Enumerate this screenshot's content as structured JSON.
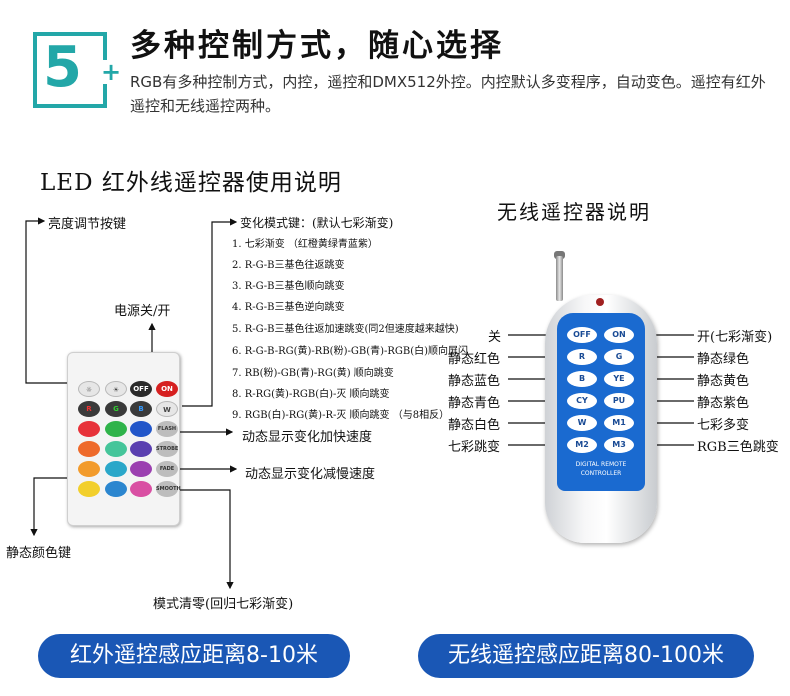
{
  "header": {
    "badge": "5",
    "badge_plus": "+",
    "title": "多种控制方式，随心选择",
    "desc": "RGB有多种控制方式，内控，遥控和DMX512外控。内控默认多变程序，自动变色。遥控有红外遥控和无线遥控两种。"
  },
  "ir": {
    "title": "LED 红外线遥控器使用说明",
    "brightness_label": "亮度调节按键",
    "power_label": "电源关/开",
    "mode_label": "变化模式键：(默认七彩渐变)",
    "modes": [
      "1. 七彩渐变 （红橙黄绿青蓝紫）",
      "2. R-G-B三基色往返跳变",
      "3. R-G-B三基色顺向跳变",
      "4. R-G-B三基色逆向跳变",
      "5. R-G-B三基色往返加速跳变(同2但速度越来越快)",
      "6. R-G-B-RG(黄)-RB(粉)-GB(青)-RGB(白)顺向屏闪",
      "7. RB(粉)-GB(青)-RG(黄) 顺向跳变",
      "8. R-RG(黄)-RGB(白)-灭 顺向跳变",
      "9. RGB(白)-RG(黄)-R-灭 顺向跳变 （与8相反）"
    ],
    "speed_up_label": "动态显示变化加快速度",
    "speed_down_label": "动态显示变化减慢速度",
    "static_color_label": "静态颜色键",
    "reset_label": "模式清零(回归七彩渐变)",
    "buttons": {
      "off": "OFF",
      "on": "ON",
      "r": "R",
      "g": "G",
      "b": "B",
      "w": "W",
      "flash": "FLASH",
      "strobe": "STROBE",
      "fade": "FADE",
      "smooth": "SMOOTH"
    }
  },
  "wireless": {
    "title": "无线遥控器说明",
    "panel_text_1": "DIGITAL REMOTE",
    "panel_text_2": "CONTROLLER",
    "buttons": [
      "OFF",
      "ON",
      "R",
      "G",
      "B",
      "YE",
      "CY",
      "PU",
      "W",
      "M1",
      "M2",
      "M3"
    ],
    "left_labels": [
      "关",
      "静态红色",
      "静态蓝色",
      "静态青色",
      "静态白色",
      "七彩跳变"
    ],
    "right_labels": [
      "开(七彩渐变)",
      "静态绿色",
      "静态黄色",
      "静态紫色",
      "七彩多变",
      "RGB三色跳变"
    ]
  },
  "footer": {
    "ir_range": "红外遥控感应距离8-10米",
    "wl_range": "无线遥控感应距离80-100米"
  },
  "colors": {
    "accent": "#23a7a8",
    "pill_blue": "#1a57b5",
    "remote_blue": "#1a6ad0"
  },
  "icons": {
    "brightness_up": "sun-icon",
    "brightness_down": "dim-sun-icon"
  }
}
